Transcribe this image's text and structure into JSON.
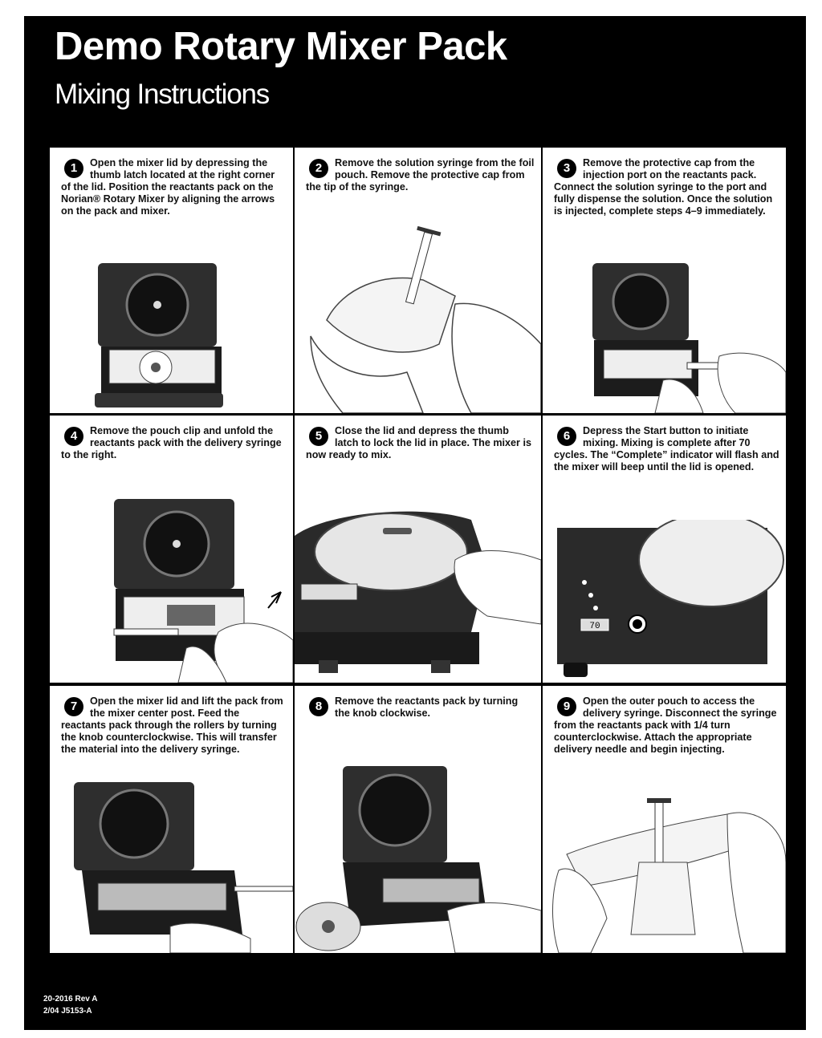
{
  "header": {
    "title": "Demo Rotary Mixer Pack",
    "subtitle": "Mixing Instructions"
  },
  "steps": [
    {
      "number": "1",
      "text": "Open the mixer lid by depressing the thumb latch located at the right corner of the lid. Position the reactants pack on the Norian® Rotary Mixer by aligning the arrows on the pack and mixer."
    },
    {
      "number": "2",
      "text": "Remove the solution syringe from the foil pouch. Remove the protective cap from the tip of the syringe."
    },
    {
      "number": "3",
      "text": "Remove the protective cap from the injection port on the reactants pack. Connect the solution syringe to the port and fully dispense the solution. Once the solution is injected, complete steps 4–9 immediately."
    },
    {
      "number": "4",
      "text": "Remove the pouch clip and unfold the reactants pack with the delivery syringe to the right."
    },
    {
      "number": "5",
      "text": "Close the lid and depress the thumb latch to lock the lid in place. The mixer is now ready to mix."
    },
    {
      "number": "6",
      "text": "Depress the Start button to initiate mixing. Mixing is complete after 70 cycles. The “Complete” indicator will flash and the mixer will beep until the lid is opened."
    },
    {
      "number": "7",
      "text": "Open the mixer lid and lift the pack from the mixer center post. Feed the reactants pack through the rollers by turning the knob counterclockwise. This will transfer the material into the delivery syringe."
    },
    {
      "number": "8",
      "text": "Remove the reactants pack by turning the knob clockwise."
    },
    {
      "number": "9",
      "text": "Open the outer pouch to access the delivery syringe. Disconnect the syringe from the reactants pack with 1/4 turn counterclockwise. Attach the appropriate delivery needle and begin injecting."
    }
  ],
  "display_readout": "70",
  "footer": {
    "line1": "20-2016 Rev A",
    "line2": "2/04    J5153-A"
  }
}
